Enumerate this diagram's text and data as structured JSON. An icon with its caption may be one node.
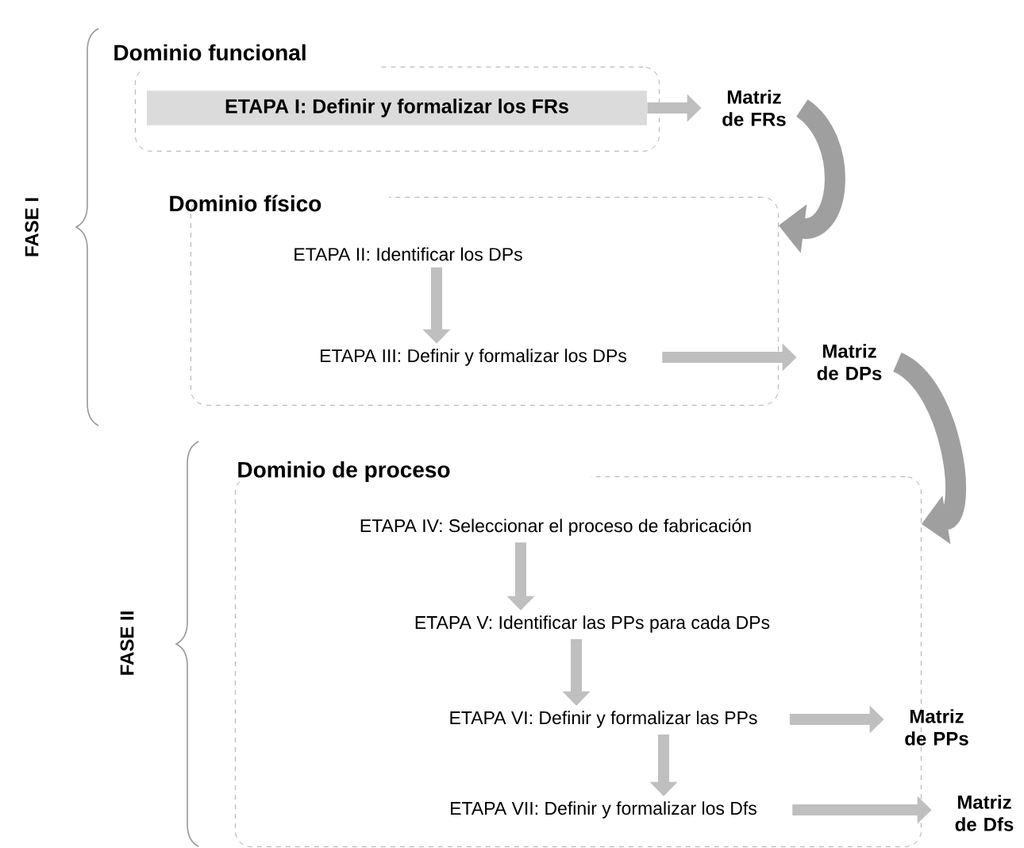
{
  "diagram": {
    "nodes": [
      {
        "text": [
          "Dominio funcional"
        ]
      },
      {
        "text": [
          "ETAPA I: Definir y formalizar los FRs"
        ],
        "in": 0
      },
      {
        "text": [
          "Matriz de FRs"
        ]
      },
      {
        "text": [
          "Dominio físico"
        ]
      },
      {
        "text": [
          "ETAPA II: Identificar los DPs"
        ],
        "in": 3
      },
      {
        "text": [
          "ETAPA III: Definir y formalizar los DPs"
        ],
        "in": 3
      },
      {
        "text": [
          "Matriz de DPs"
        ]
      },
      {
        "text": [
          "Dominio de proceso"
        ]
      },
      {
        "text": [
          "ETAPA IV: Seleccionar el proceso de fabricación"
        ],
        "in": 7
      },
      {
        "text": [
          "ETAPA V: Identificar las PPs para cada DPs"
        ],
        "in": 7
      },
      {
        "text": [
          "ETAPA VI: Definir y formalizar las PPs"
        ],
        "in": 7
      },
      {
        "text": [
          "ETAPA VII: Definir y formalizar los Dfs"
        ],
        "in": 7
      },
      {
        "text": [
          "Matriz de PPs"
        ]
      },
      {
        "text": [
          "Matriz de Dfs"
        ]
      }
    ],
    "edges": [
      {
        "from": 1,
        "to": 2,
        "arrow": "to"
      },
      {
        "from": 2,
        "to": 3,
        "arrow": "to",
        "style": "thick"
      },
      {
        "from": 4,
        "to": 5,
        "arrow": "to"
      },
      {
        "from": 5,
        "to": 6,
        "arrow": "to"
      },
      {
        "from": 6,
        "to": 7,
        "arrow": "to",
        "style": "thick"
      },
      {
        "from": 8,
        "to": 9,
        "arrow": "to"
      },
      {
        "from": 9,
        "to": 10,
        "arrow": "to"
      },
      {
        "from": 10,
        "to": 11,
        "arrow": "to"
      },
      {
        "from": 10,
        "to": 12,
        "arrow": "to"
      },
      {
        "from": 11,
        "to": 13,
        "arrow": "to"
      }
    ],
    "labels": [
      "FASE I",
      "FASE II"
    ]
  }
}
